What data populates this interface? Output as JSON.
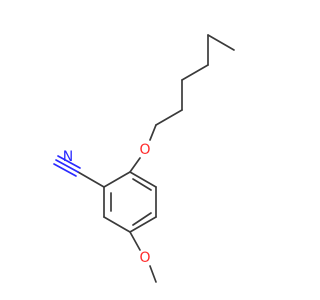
{
  "molecule": {
    "atoms": {
      "oxygen_ether_top": {
        "label": "O",
        "color": "#ff2a2a"
      },
      "nitrogen_nitrile": {
        "label": "N",
        "color": "#2b2bff"
      },
      "oxygen_methoxy": {
        "label": "O",
        "color": "#ff2a2a"
      }
    },
    "bond_color": "#3a3a3a"
  }
}
